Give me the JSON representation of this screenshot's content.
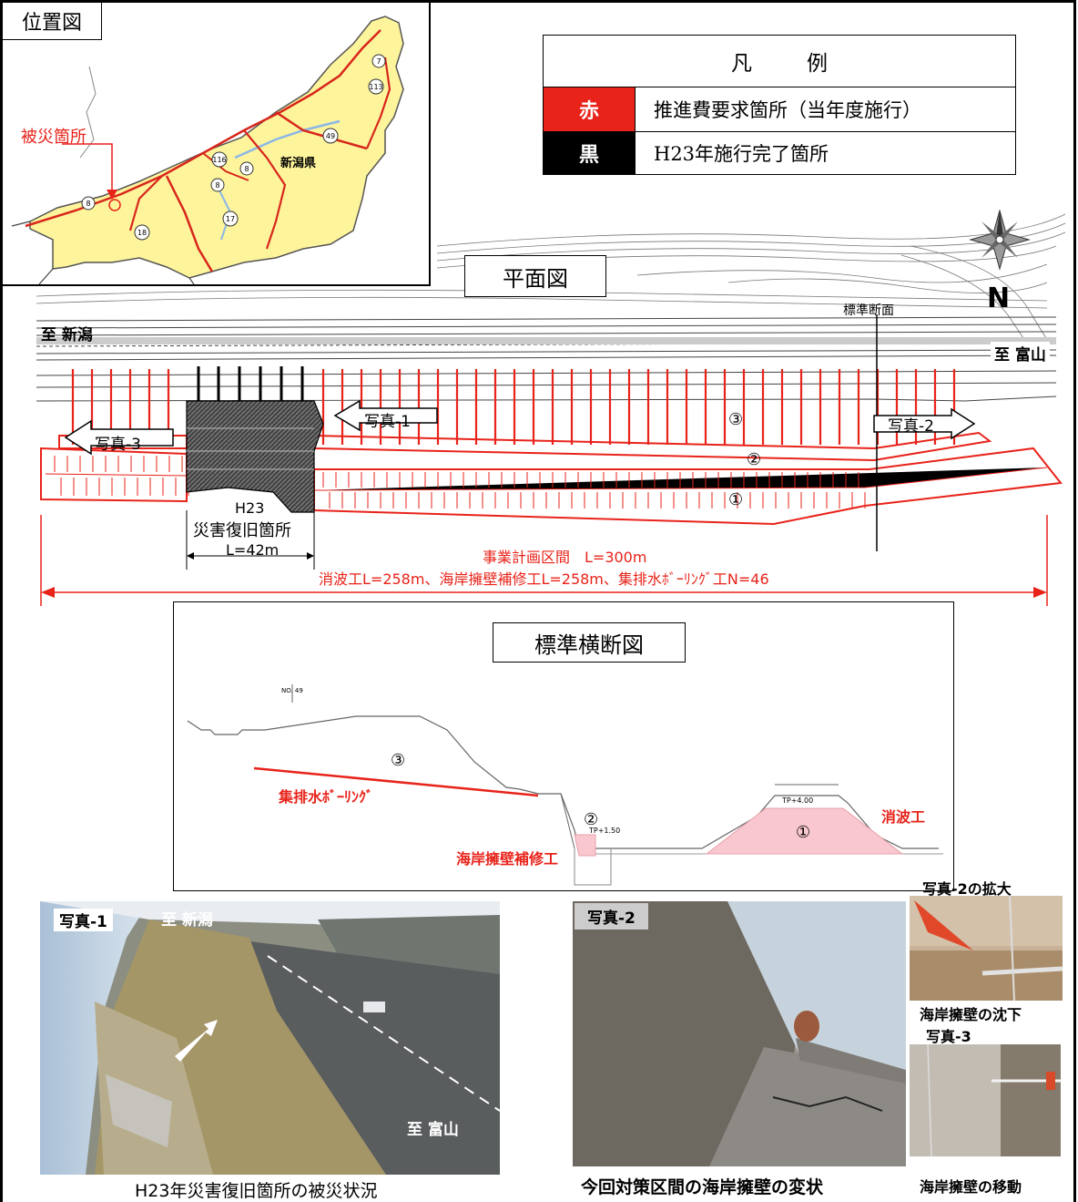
{
  "location_map": {
    "title": "位置図",
    "damage_label": "被災箇所",
    "prefecture": "新潟県",
    "route_numbers": [
      "7",
      "113",
      "49",
      "116",
      "8",
      "8",
      "17",
      "18",
      "8"
    ]
  },
  "legend": {
    "title_left": "凡",
    "title_right": "例",
    "items": [
      {
        "key": "赤",
        "desc": "推進費要求箇所（当年度施行）",
        "color": "#e8231a"
      },
      {
        "key": "黒",
        "desc": "H23年施行完了箇所",
        "color": "#000000"
      }
    ]
  },
  "plan": {
    "title": "平面図",
    "to_niigata": "至 新潟",
    "to_toyama": "至 富山",
    "std_section": "標準断面",
    "north": "N",
    "photo1": "写真-1",
    "photo2": "写真-2",
    "photo3": "写真-3",
    "h23": "H23",
    "h23_site": "災害復旧箇所",
    "h23_len": "L=42m",
    "num1": "①",
    "num2": "②",
    "num3": "③",
    "section_label": "事業計画区間　L=300m",
    "works_label": "消波工L=258m、海岸擁壁補修工L=258m、集排水ﾎﾞｰﾘﾝｸﾞ工N=46"
  },
  "cross_section": {
    "title": "標準横断図",
    "drain_label": "集排水ﾎﾞｰﾘﾝｸﾞ",
    "seawall_label": "海岸擁壁補修工",
    "wave_label": "消波工",
    "num1": "①",
    "num2": "②",
    "num3": "③",
    "station": "NO. 49",
    "tp1": "TP+4.00",
    "tp2": "TP+1.50"
  },
  "photos": {
    "p1_tag": "写真-1",
    "p1_niigata": "至 新潟",
    "p1_toyama": "至 富山",
    "p1_caption": "H23年災害復旧箇所の被災状況",
    "p2_tag": "写真-2",
    "p2_caption": "今回対策区間の海岸擁壁の変状",
    "p2z_title": "写真-2の拡大",
    "p2z_caption": "海岸擁壁の沈下",
    "p3_title": "写真-3",
    "p3_caption": "海岸擁壁の移動"
  }
}
